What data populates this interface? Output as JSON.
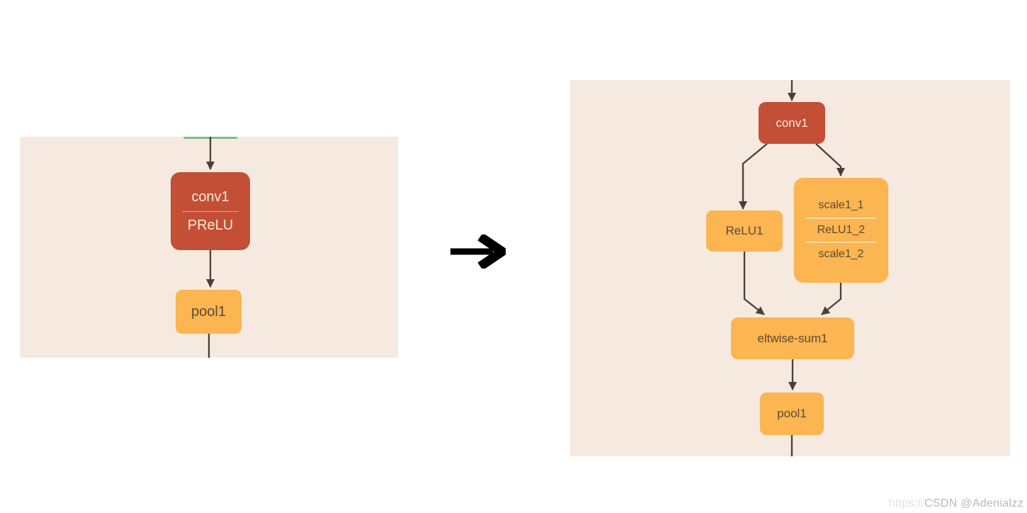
{
  "diagram": {
    "before_panel": {
      "nodes": {
        "conv_prelu": {
          "line1": "conv1",
          "line2": "PReLU"
        },
        "pool": {
          "label": "pool1"
        }
      }
    },
    "after_panel": {
      "nodes": {
        "conv": {
          "label": "conv1"
        },
        "relu": {
          "label": "ReLU1"
        },
        "scale_stack": {
          "line1": "scale1_1",
          "line2": "ReLU1_2",
          "line3": "scale1_2"
        },
        "eltwise": {
          "label": "eltwise-sum1"
        },
        "pool": {
          "label": "pool1"
        }
      }
    }
  },
  "icons": {
    "transform_arrow": "right-arrow",
    "edge_arrowheads": "down-arrowhead"
  },
  "colors": {
    "panel_bg": "#f6e9e0",
    "node_red": "#c24f36",
    "node_yellow": "#fbb551",
    "text_on_red": "#f6ead7",
    "text_on_yellow": "#5d4a35",
    "edge": "#4f3d37",
    "green_edge_stub": "#7cbd87",
    "transform_arrow": "#000000",
    "watermark": "#b9b9b9"
  },
  "watermark": {
    "prefix": "https://",
    "text": "CSDN @Adenialzz"
  }
}
